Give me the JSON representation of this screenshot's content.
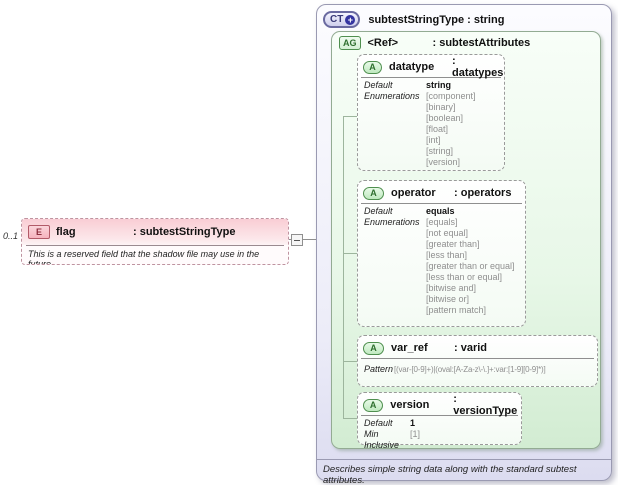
{
  "colors": {
    "complex_type_fill": "#e8e8f6",
    "attribute_group_fill": "#ddf1dd",
    "element_fill": "#f9cdd4",
    "enum_text": "#8f8f8f",
    "badge_green_border": "#4f8f4f",
    "badge_blue_border": "#6a6aa0",
    "badge_red_border": "#b25a68"
  },
  "complex_type": {
    "badge": "CT",
    "plus_icon": "+",
    "title": "subtestStringType : string",
    "caption": "Describes simple string data along with the standard subtest attributes."
  },
  "attribute_group": {
    "badge": "AG",
    "name": "<Ref>",
    "type": ": subtestAttributes",
    "attributes": [
      {
        "badge": "A",
        "name": "datatype",
        "type": ": datatypes",
        "facts": [
          {
            "label": "Default",
            "value": "string"
          },
          {
            "label": "Enumerations",
            "values": [
              "[component]",
              "[binary]",
              "[boolean]",
              "[float]",
              "[int]",
              "[string]",
              "[version]"
            ]
          }
        ]
      },
      {
        "badge": "A",
        "name": "operator",
        "type": ": operators",
        "facts": [
          {
            "label": "Default",
            "value": "equals"
          },
          {
            "label": "Enumerations",
            "values": [
              "[equals]",
              "[not equal]",
              "[greater than]",
              "[less than]",
              "[greater than or equal]",
              "[less than or equal]",
              "[bitwise and]",
              "[bitwise or]",
              "[pattern match]"
            ]
          }
        ]
      },
      {
        "badge": "A",
        "name": "var_ref",
        "type": ": varid",
        "facts": [
          {
            "label": "Pattern",
            "value": "[(var-[0-9]+)|(oval:[A-Za-z\\-\\.]+:var:[1-9][0-9]*)]"
          }
        ]
      },
      {
        "badge": "A",
        "name": "version",
        "type": ": versionType",
        "facts": [
          {
            "label": "Default",
            "value": "1"
          },
          {
            "label": "Min Inclusive",
            "value": "[1]"
          }
        ]
      }
    ]
  },
  "element": {
    "badge": "E",
    "multiplicity": "0..1",
    "name": "flag",
    "type": ": subtestStringType",
    "annotation": "This is a reserved field that the shadow file may use in the future."
  }
}
